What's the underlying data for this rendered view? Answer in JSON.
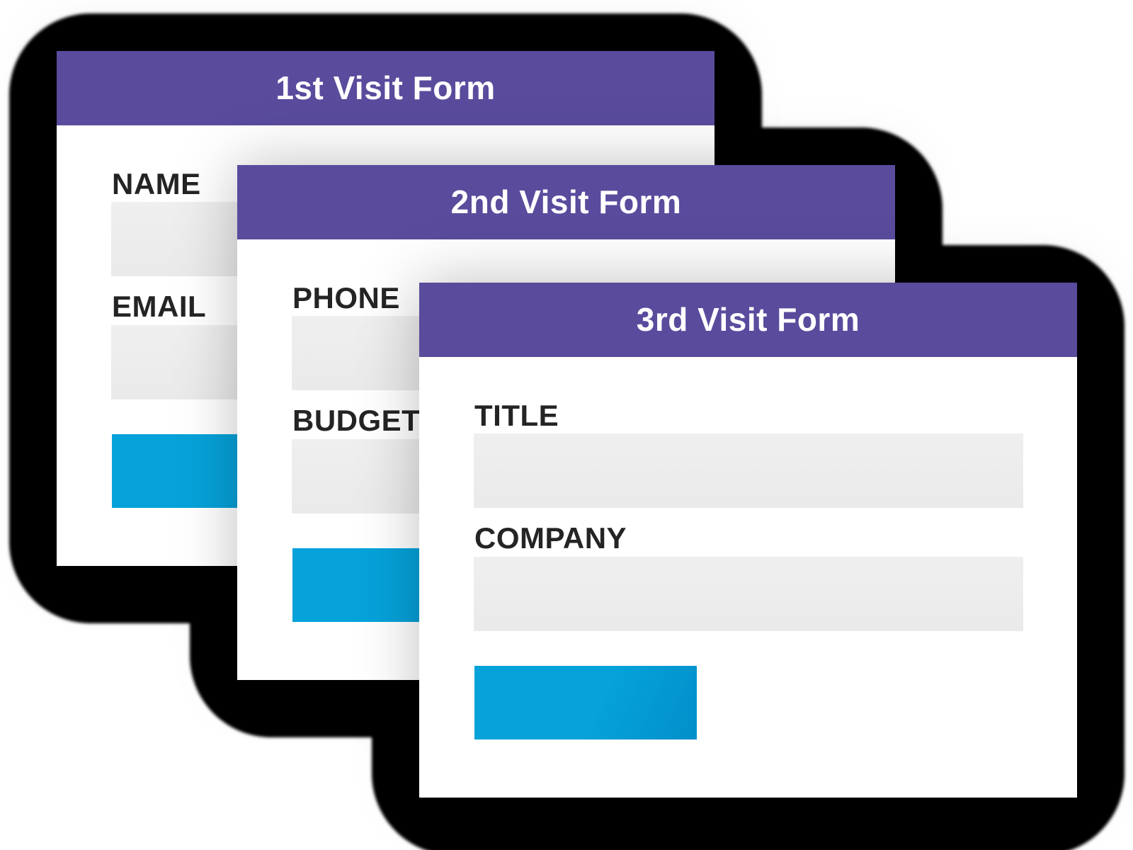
{
  "cards": [
    {
      "title": "1st Visit Form",
      "fields": [
        {
          "label": "NAME",
          "value": ""
        },
        {
          "label": "EMAIL",
          "value": ""
        }
      ],
      "button_label": ""
    },
    {
      "title": "2nd Visit Form",
      "fields": [
        {
          "label": "PHONE",
          "value": ""
        },
        {
          "label": "BUDGET",
          "value": ""
        }
      ],
      "button_label": ""
    },
    {
      "title": "3rd Visit Form",
      "fields": [
        {
          "label": "TITLE",
          "value": ""
        },
        {
          "label": "COMPANY",
          "value": ""
        }
      ],
      "button_label": ""
    }
  ],
  "colors": {
    "header_purple": "#5a4b9d",
    "button_blue": "#029ed6",
    "input_gray": "#ededed",
    "halo_black": "#000000",
    "card_white": "#ffffff",
    "label_dark": "#242424",
    "title_text": "#ffffff"
  }
}
